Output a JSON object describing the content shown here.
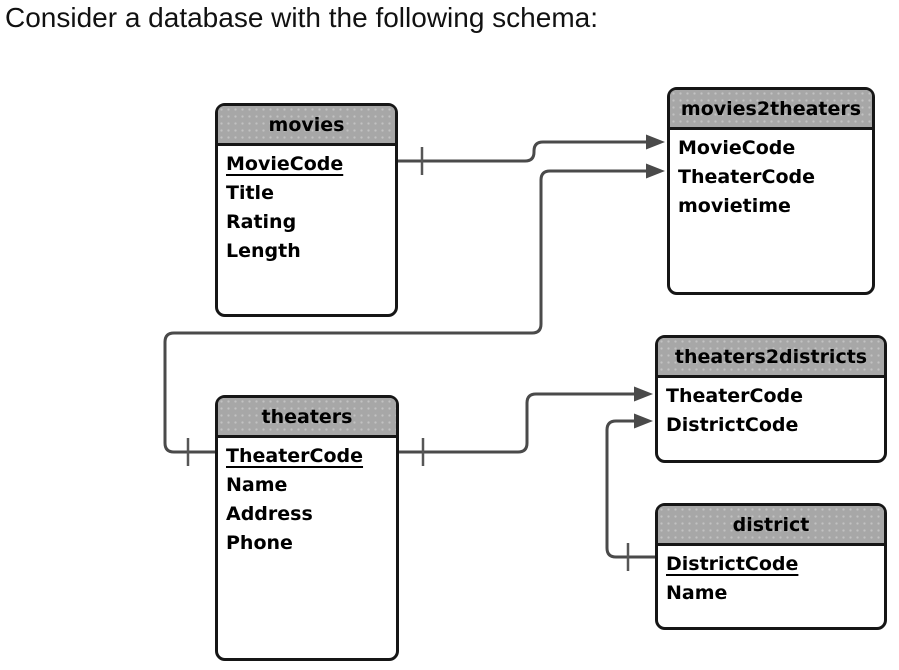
{
  "page": {
    "title": "Consider a database with the following schema:"
  },
  "diagram": {
    "tables": [
      {
        "id": "movies",
        "name": "movies",
        "fields": [
          {
            "label": "MovieCode",
            "pk": true
          },
          {
            "label": "Title",
            "pk": false
          },
          {
            "label": "Rating",
            "pk": false
          },
          {
            "label": "Length",
            "pk": false
          }
        ]
      },
      {
        "id": "movies2theaters",
        "name": "movies2theaters",
        "fields": [
          {
            "label": "MovieCode",
            "pk": false
          },
          {
            "label": "TheaterCode",
            "pk": false
          },
          {
            "label": "movietime",
            "pk": false
          }
        ]
      },
      {
        "id": "theaters",
        "name": "theaters",
        "fields": [
          {
            "label": "TheaterCode",
            "pk": true
          },
          {
            "label": "Name",
            "pk": false
          },
          {
            "label": "Address",
            "pk": false
          },
          {
            "label": "Phone",
            "pk": false
          }
        ]
      },
      {
        "id": "theaters2districts",
        "name": "theaters2districts",
        "fields": [
          {
            "label": "TheaterCode",
            "pk": false
          },
          {
            "label": "DistrictCode",
            "pk": false
          }
        ]
      },
      {
        "id": "district",
        "name": "district",
        "fields": [
          {
            "label": "DistrictCode",
            "pk": true
          },
          {
            "label": "Name",
            "pk": false
          }
        ]
      }
    ],
    "relationships": [
      {
        "from": "movies.MovieCode",
        "to": "movies2theaters.MovieCode",
        "from_end": "one-tick",
        "to_end": "arrow"
      },
      {
        "from": "theaters.TheaterCode",
        "to": "movies2theaters.TheaterCode",
        "from_end": "one-tick",
        "to_end": "arrow"
      },
      {
        "from": "theaters.TheaterCode",
        "to": "theaters2districts.TheaterCode",
        "from_end": "one-tick",
        "to_end": "arrow"
      },
      {
        "from": "district.DistrictCode",
        "to": "theaters2districts.DistrictCode",
        "from_end": "one-tick",
        "to_end": "arrow"
      }
    ],
    "colors": {
      "header_bg": "#a7a7a7",
      "header_dots": "#c2c2c2",
      "box_border": "#161616",
      "connector": "#4a4a4a",
      "text": "#000000",
      "background": "#ffffff"
    }
  }
}
